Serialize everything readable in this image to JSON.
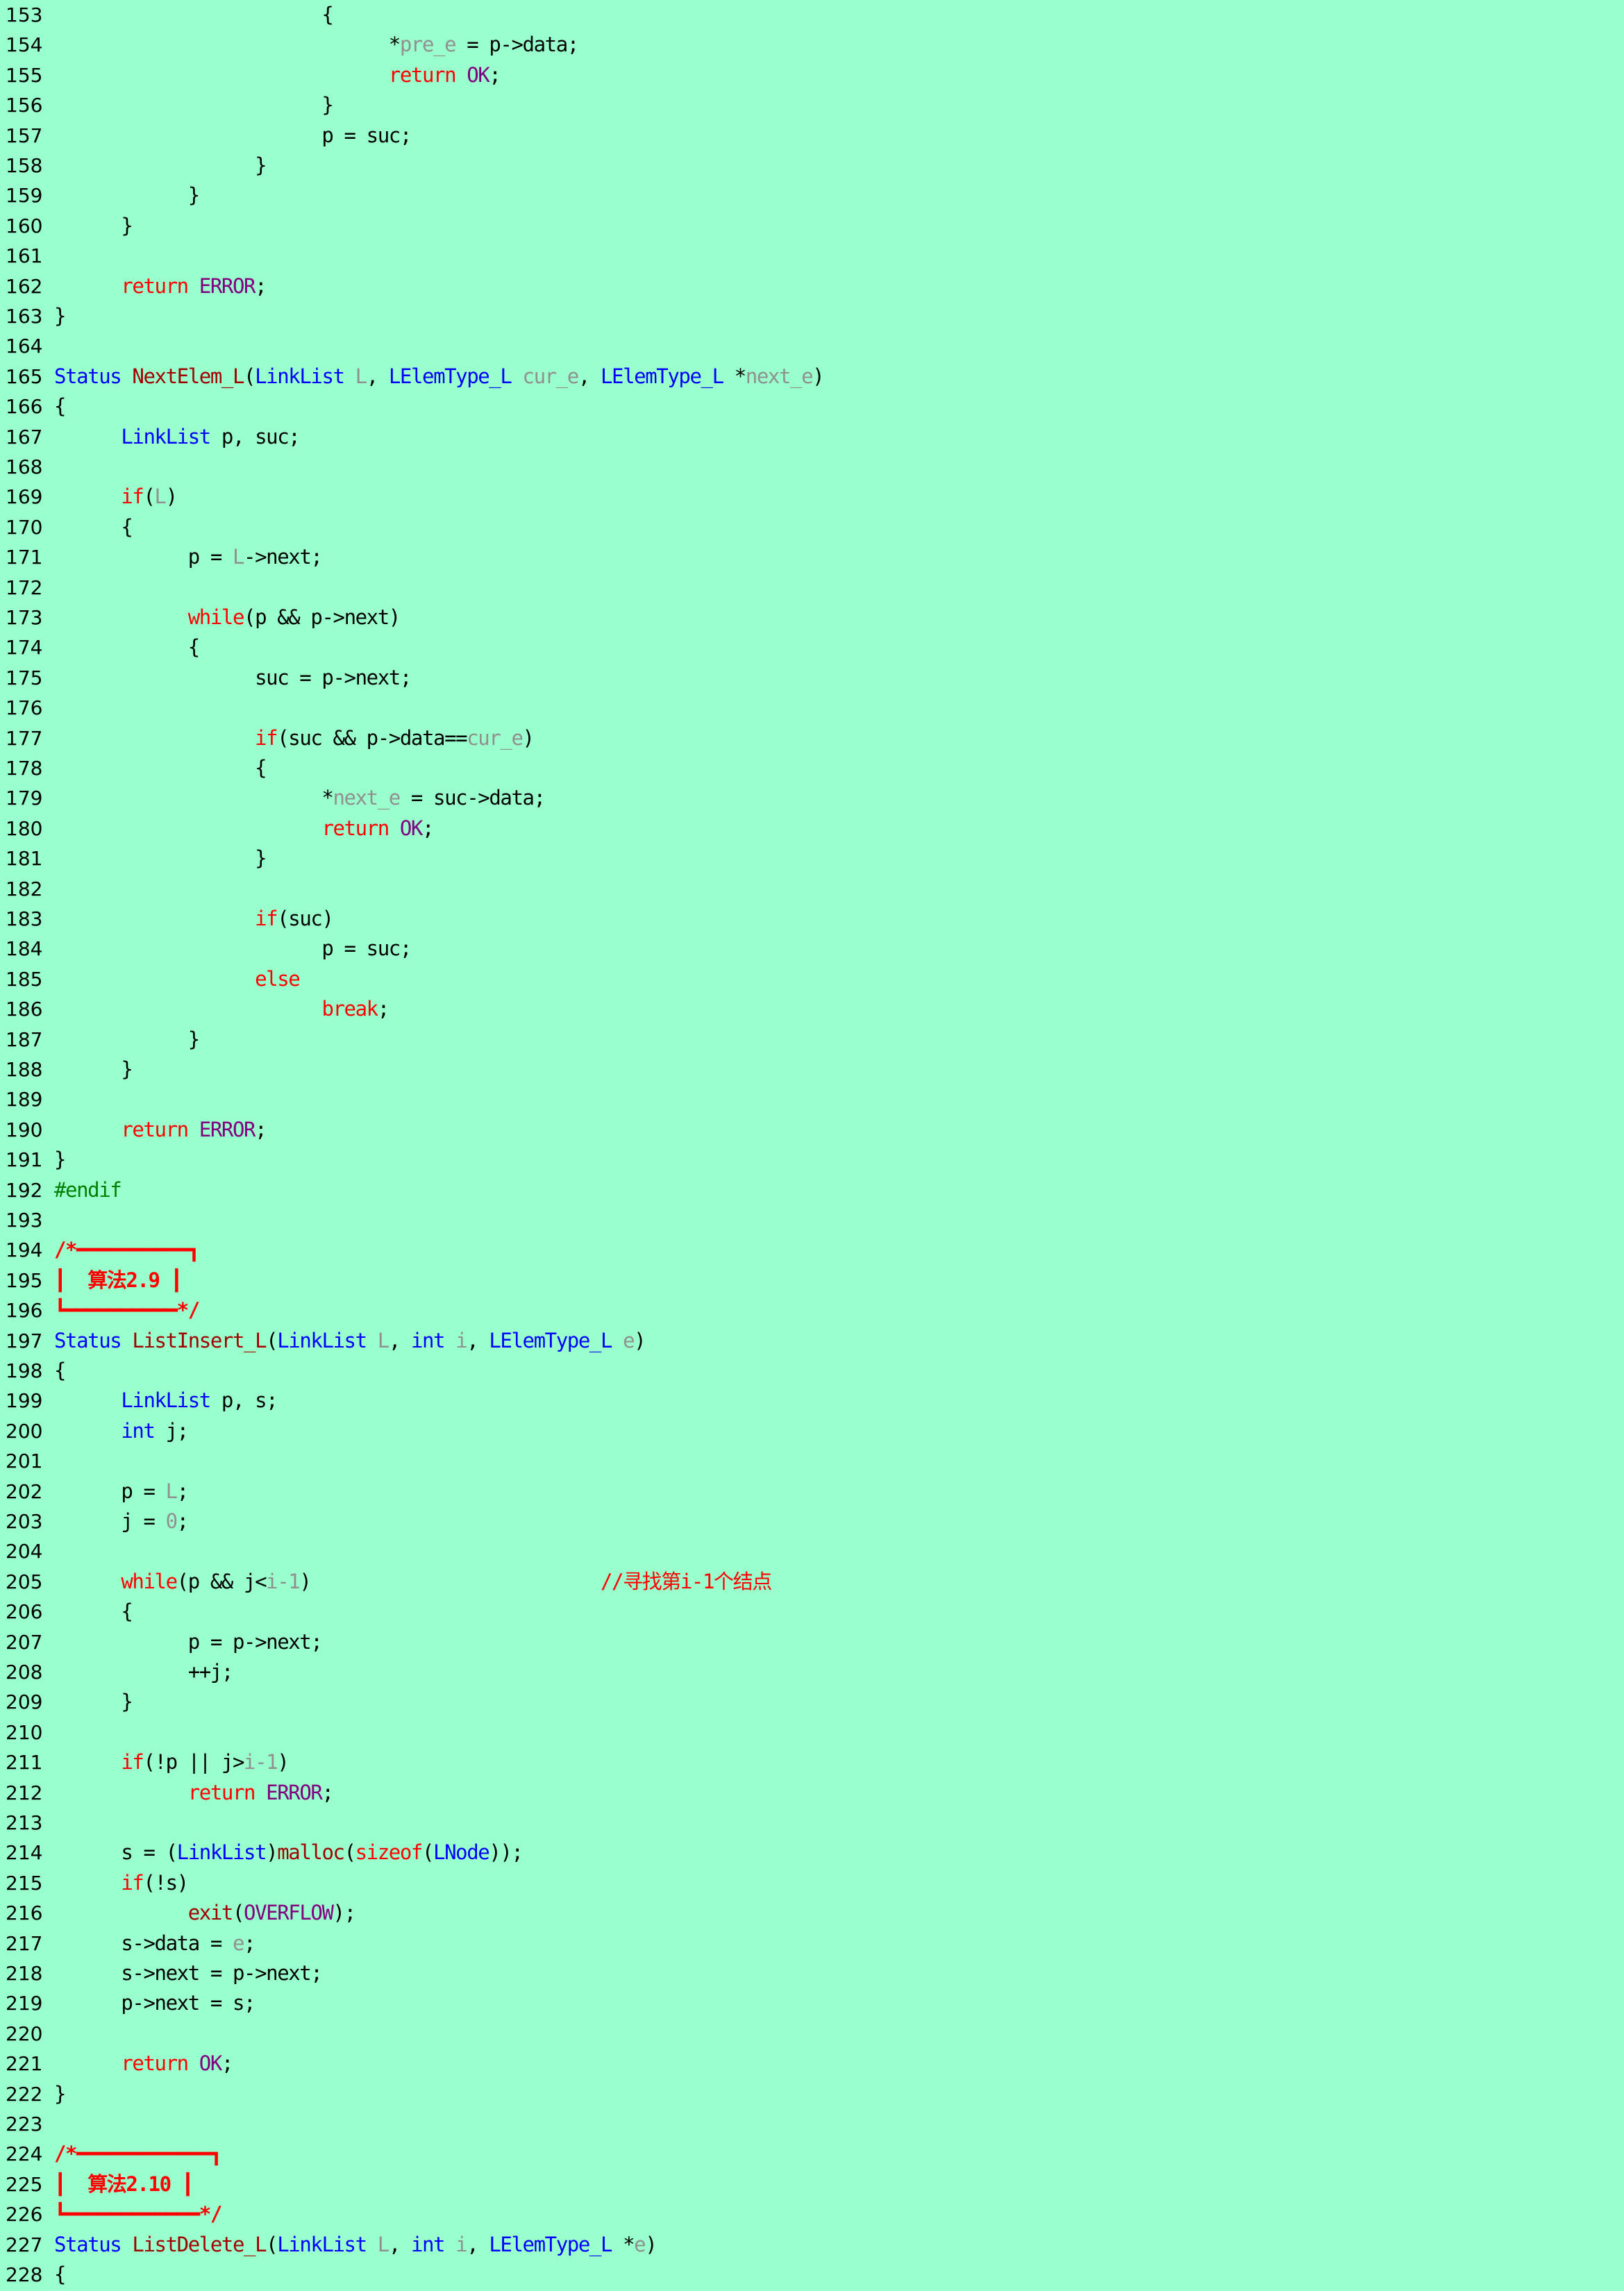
{
  "colors": {
    "background": "#99ffcc",
    "type": "#0000ff",
    "keyword": "#ff0000",
    "function": "#a00000",
    "parameter": "#909090",
    "constant": "#800080",
    "preprocessor": "#008000",
    "comment": "#ff0000",
    "plain": "#000000"
  },
  "lines": [
    {
      "n": "153",
      "tokens": [
        {
          "t": "                        {",
          "c": "plain"
        }
      ]
    },
    {
      "n": "154",
      "tokens": [
        {
          "t": "                              *",
          "c": "plain"
        },
        {
          "t": "pre_e",
          "c": "param"
        },
        {
          "t": " = p->data;",
          "c": "plain"
        }
      ]
    },
    {
      "n": "155",
      "tokens": [
        {
          "t": "                              ",
          "c": "plain"
        },
        {
          "t": "return",
          "c": "kw"
        },
        {
          "t": " ",
          "c": "plain"
        },
        {
          "t": "OK",
          "c": "const"
        },
        {
          "t": ";",
          "c": "plain"
        }
      ]
    },
    {
      "n": "156",
      "tokens": [
        {
          "t": "                        }",
          "c": "plain"
        }
      ]
    },
    {
      "n": "157",
      "tokens": [
        {
          "t": "                        p = suc;",
          "c": "plain"
        }
      ]
    },
    {
      "n": "158",
      "tokens": [
        {
          "t": "                  }",
          "c": "plain"
        }
      ]
    },
    {
      "n": "159",
      "tokens": [
        {
          "t": "            }",
          "c": "plain"
        }
      ]
    },
    {
      "n": "160",
      "tokens": [
        {
          "t": "      }",
          "c": "plain"
        }
      ]
    },
    {
      "n": "161",
      "tokens": []
    },
    {
      "n": "162",
      "tokens": [
        {
          "t": "      ",
          "c": "plain"
        },
        {
          "t": "return",
          "c": "kw"
        },
        {
          "t": " ",
          "c": "plain"
        },
        {
          "t": "ERROR",
          "c": "const"
        },
        {
          "t": ";",
          "c": "plain"
        }
      ]
    },
    {
      "n": "163",
      "tokens": [
        {
          "t": "}",
          "c": "plain"
        }
      ]
    },
    {
      "n": "164",
      "tokens": []
    },
    {
      "n": "165",
      "tokens": [
        {
          "t": "Status",
          "c": "type"
        },
        {
          "t": " ",
          "c": "plain"
        },
        {
          "t": "NextElem_L",
          "c": "func"
        },
        {
          "t": "(",
          "c": "plain"
        },
        {
          "t": "LinkList",
          "c": "type"
        },
        {
          "t": " ",
          "c": "plain"
        },
        {
          "t": "L",
          "c": "param"
        },
        {
          "t": ", ",
          "c": "plain"
        },
        {
          "t": "LElemType_L",
          "c": "type"
        },
        {
          "t": " ",
          "c": "plain"
        },
        {
          "t": "cur_e",
          "c": "param"
        },
        {
          "t": ", ",
          "c": "plain"
        },
        {
          "t": "LElemType_L",
          "c": "type"
        },
        {
          "t": " *",
          "c": "plain"
        },
        {
          "t": "next_e",
          "c": "param"
        },
        {
          "t": ")",
          "c": "plain"
        }
      ]
    },
    {
      "n": "166",
      "tokens": [
        {
          "t": "{",
          "c": "plain"
        }
      ]
    },
    {
      "n": "167",
      "tokens": [
        {
          "t": "      ",
          "c": "plain"
        },
        {
          "t": "LinkList",
          "c": "type"
        },
        {
          "t": " p, suc;",
          "c": "plain"
        }
      ]
    },
    {
      "n": "168",
      "tokens": []
    },
    {
      "n": "169",
      "tokens": [
        {
          "t": "      ",
          "c": "plain"
        },
        {
          "t": "if",
          "c": "kw"
        },
        {
          "t": "(",
          "c": "plain"
        },
        {
          "t": "L",
          "c": "param"
        },
        {
          "t": ")",
          "c": "plain"
        }
      ]
    },
    {
      "n": "170",
      "tokens": [
        {
          "t": "      {",
          "c": "plain"
        }
      ]
    },
    {
      "n": "171",
      "tokens": [
        {
          "t": "            p = ",
          "c": "plain"
        },
        {
          "t": "L",
          "c": "param"
        },
        {
          "t": "->next;",
          "c": "plain"
        }
      ]
    },
    {
      "n": "172",
      "tokens": []
    },
    {
      "n": "173",
      "tokens": [
        {
          "t": "            ",
          "c": "plain"
        },
        {
          "t": "while",
          "c": "kw"
        },
        {
          "t": "(p && p->next)",
          "c": "plain"
        }
      ]
    },
    {
      "n": "174",
      "tokens": [
        {
          "t": "            {",
          "c": "plain"
        }
      ]
    },
    {
      "n": "175",
      "tokens": [
        {
          "t": "                  suc = p->next;",
          "c": "plain"
        }
      ]
    },
    {
      "n": "176",
      "tokens": []
    },
    {
      "n": "177",
      "tokens": [
        {
          "t": "                  ",
          "c": "plain"
        },
        {
          "t": "if",
          "c": "kw"
        },
        {
          "t": "(suc && p->data==",
          "c": "plain"
        },
        {
          "t": "cur_e",
          "c": "param"
        },
        {
          "t": ")",
          "c": "plain"
        }
      ]
    },
    {
      "n": "178",
      "tokens": [
        {
          "t": "                  {",
          "c": "plain"
        }
      ]
    },
    {
      "n": "179",
      "tokens": [
        {
          "t": "                        *",
          "c": "plain"
        },
        {
          "t": "next_e",
          "c": "param"
        },
        {
          "t": " = suc->data;",
          "c": "plain"
        }
      ]
    },
    {
      "n": "180",
      "tokens": [
        {
          "t": "                        ",
          "c": "plain"
        },
        {
          "t": "return",
          "c": "kw"
        },
        {
          "t": " ",
          "c": "plain"
        },
        {
          "t": "OK",
          "c": "const"
        },
        {
          "t": ";",
          "c": "plain"
        }
      ]
    },
    {
      "n": "181",
      "tokens": [
        {
          "t": "                  }",
          "c": "plain"
        }
      ]
    },
    {
      "n": "182",
      "tokens": []
    },
    {
      "n": "183",
      "tokens": [
        {
          "t": "                  ",
          "c": "plain"
        },
        {
          "t": "if",
          "c": "kw"
        },
        {
          "t": "(suc)",
          "c": "plain"
        }
      ]
    },
    {
      "n": "184",
      "tokens": [
        {
          "t": "                        p = suc;",
          "c": "plain"
        }
      ]
    },
    {
      "n": "185",
      "tokens": [
        {
          "t": "                  ",
          "c": "plain"
        },
        {
          "t": "else",
          "c": "kw"
        }
      ]
    },
    {
      "n": "186",
      "tokens": [
        {
          "t": "                        ",
          "c": "plain"
        },
        {
          "t": "break",
          "c": "kw"
        },
        {
          "t": ";",
          "c": "plain"
        }
      ]
    },
    {
      "n": "187",
      "tokens": [
        {
          "t": "            }",
          "c": "plain"
        }
      ]
    },
    {
      "n": "188",
      "tokens": [
        {
          "t": "      }",
          "c": "plain"
        }
      ]
    },
    {
      "n": "189",
      "tokens": []
    },
    {
      "n": "190",
      "tokens": [
        {
          "t": "      ",
          "c": "plain"
        },
        {
          "t": "return",
          "c": "kw"
        },
        {
          "t": " ",
          "c": "plain"
        },
        {
          "t": "ERROR",
          "c": "const"
        },
        {
          "t": ";",
          "c": "plain"
        }
      ]
    },
    {
      "n": "191",
      "tokens": [
        {
          "t": "}",
          "c": "plain"
        }
      ]
    },
    {
      "n": "192",
      "tokens": [
        {
          "t": "#endif",
          "c": "pp"
        }
      ]
    },
    {
      "n": "193",
      "tokens": []
    },
    {
      "n": "194",
      "tokens": [
        {
          "t": "/*━━━━━━━━━━┓",
          "c": "box"
        }
      ]
    },
    {
      "n": "195",
      "tokens": [
        {
          "t": "┃  ",
          "c": "box"
        },
        {
          "t": "算法",
          "c": "box cn"
        },
        {
          "t": "2.9 ┃",
          "c": "box"
        }
      ]
    },
    {
      "n": "196",
      "tokens": [
        {
          "t": "┗━━━━━━━━━━*/",
          "c": "box"
        }
      ]
    },
    {
      "n": "197",
      "tokens": [
        {
          "t": "Status",
          "c": "type"
        },
        {
          "t": " ",
          "c": "plain"
        },
        {
          "t": "ListInsert_L",
          "c": "func"
        },
        {
          "t": "(",
          "c": "plain"
        },
        {
          "t": "LinkList",
          "c": "type"
        },
        {
          "t": " ",
          "c": "plain"
        },
        {
          "t": "L",
          "c": "param"
        },
        {
          "t": ", ",
          "c": "plain"
        },
        {
          "t": "int",
          "c": "type"
        },
        {
          "t": " ",
          "c": "plain"
        },
        {
          "t": "i",
          "c": "param"
        },
        {
          "t": ", ",
          "c": "plain"
        },
        {
          "t": "LElemType_L",
          "c": "type"
        },
        {
          "t": " ",
          "c": "plain"
        },
        {
          "t": "e",
          "c": "param"
        },
        {
          "t": ")",
          "c": "plain"
        }
      ]
    },
    {
      "n": "198",
      "tokens": [
        {
          "t": "{",
          "c": "plain"
        }
      ]
    },
    {
      "n": "199",
      "tokens": [
        {
          "t": "      ",
          "c": "plain"
        },
        {
          "t": "LinkList",
          "c": "type"
        },
        {
          "t": " p, s;",
          "c": "plain"
        }
      ]
    },
    {
      "n": "200",
      "tokens": [
        {
          "t": "      ",
          "c": "plain"
        },
        {
          "t": "int",
          "c": "type"
        },
        {
          "t": " j;",
          "c": "plain"
        }
      ]
    },
    {
      "n": "201",
      "tokens": []
    },
    {
      "n": "202",
      "tokens": [
        {
          "t": "      p = ",
          "c": "plain"
        },
        {
          "t": "L",
          "c": "param"
        },
        {
          "t": ";",
          "c": "plain"
        }
      ]
    },
    {
      "n": "203",
      "tokens": [
        {
          "t": "      j = ",
          "c": "plain"
        },
        {
          "t": "0",
          "c": "param"
        },
        {
          "t": ";",
          "c": "plain"
        }
      ]
    },
    {
      "n": "204",
      "tokens": []
    },
    {
      "n": "205",
      "tokens": [
        {
          "t": "      ",
          "c": "plain"
        },
        {
          "t": "while",
          "c": "kw"
        },
        {
          "t": "(p && j<",
          "c": "plain"
        },
        {
          "t": "i-1",
          "c": "param"
        },
        {
          "t": ")                          ",
          "c": "plain"
        },
        {
          "t": "//寻找第i-1个结点",
          "c": "cmt"
        }
      ]
    },
    {
      "n": "206",
      "tokens": [
        {
          "t": "      {",
          "c": "plain"
        }
      ]
    },
    {
      "n": "207",
      "tokens": [
        {
          "t": "            p = p->next;",
          "c": "plain"
        }
      ]
    },
    {
      "n": "208",
      "tokens": [
        {
          "t": "            ++j;",
          "c": "plain"
        }
      ]
    },
    {
      "n": "209",
      "tokens": [
        {
          "t": "      }",
          "c": "plain"
        }
      ]
    },
    {
      "n": "210",
      "tokens": []
    },
    {
      "n": "211",
      "tokens": [
        {
          "t": "      ",
          "c": "plain"
        },
        {
          "t": "if",
          "c": "kw"
        },
        {
          "t": "(!p || j>",
          "c": "plain"
        },
        {
          "t": "i-1",
          "c": "param"
        },
        {
          "t": ")",
          "c": "plain"
        }
      ]
    },
    {
      "n": "212",
      "tokens": [
        {
          "t": "            ",
          "c": "plain"
        },
        {
          "t": "return",
          "c": "kw"
        },
        {
          "t": " ",
          "c": "plain"
        },
        {
          "t": "ERROR",
          "c": "const"
        },
        {
          "t": ";",
          "c": "plain"
        }
      ]
    },
    {
      "n": "213",
      "tokens": []
    },
    {
      "n": "214",
      "tokens": [
        {
          "t": "      s = (",
          "c": "plain"
        },
        {
          "t": "LinkList",
          "c": "type"
        },
        {
          "t": ")",
          "c": "plain"
        },
        {
          "t": "malloc",
          "c": "func"
        },
        {
          "t": "(",
          "c": "plain"
        },
        {
          "t": "sizeof",
          "c": "kw"
        },
        {
          "t": "(",
          "c": "plain"
        },
        {
          "t": "LNode",
          "c": "type"
        },
        {
          "t": "));",
          "c": "plain"
        }
      ]
    },
    {
      "n": "215",
      "tokens": [
        {
          "t": "      ",
          "c": "plain"
        },
        {
          "t": "if",
          "c": "kw"
        },
        {
          "t": "(!s)",
          "c": "plain"
        }
      ]
    },
    {
      "n": "216",
      "tokens": [
        {
          "t": "            ",
          "c": "plain"
        },
        {
          "t": "exit",
          "c": "func"
        },
        {
          "t": "(",
          "c": "plain"
        },
        {
          "t": "OVERFLOW",
          "c": "const"
        },
        {
          "t": ");",
          "c": "plain"
        }
      ]
    },
    {
      "n": "217",
      "tokens": [
        {
          "t": "      s->data = ",
          "c": "plain"
        },
        {
          "t": "e",
          "c": "param"
        },
        {
          "t": ";",
          "c": "plain"
        }
      ]
    },
    {
      "n": "218",
      "tokens": [
        {
          "t": "      s->next = p->next;",
          "c": "plain"
        }
      ]
    },
    {
      "n": "219",
      "tokens": [
        {
          "t": "      p->next = s;",
          "c": "plain"
        }
      ]
    },
    {
      "n": "220",
      "tokens": []
    },
    {
      "n": "221",
      "tokens": [
        {
          "t": "      ",
          "c": "plain"
        },
        {
          "t": "return",
          "c": "kw"
        },
        {
          "t": " ",
          "c": "plain"
        },
        {
          "t": "OK",
          "c": "const"
        },
        {
          "t": ";",
          "c": "plain"
        }
      ]
    },
    {
      "n": "222",
      "tokens": [
        {
          "t": "}",
          "c": "plain"
        }
      ]
    },
    {
      "n": "223",
      "tokens": []
    },
    {
      "n": "224",
      "tokens": [
        {
          "t": "/*━━━━━━━━━━━━┓",
          "c": "box"
        }
      ]
    },
    {
      "n": "225",
      "tokens": [
        {
          "t": "┃  ",
          "c": "box"
        },
        {
          "t": "算法",
          "c": "box cn"
        },
        {
          "t": "2.10 ┃",
          "c": "box"
        }
      ]
    },
    {
      "n": "226",
      "tokens": [
        {
          "t": "┗━━━━━━━━━━━━*/",
          "c": "box"
        }
      ]
    },
    {
      "n": "227",
      "tokens": [
        {
          "t": "Status",
          "c": "type"
        },
        {
          "t": " ",
          "c": "plain"
        },
        {
          "t": "ListDelete_L",
          "c": "func"
        },
        {
          "t": "(",
          "c": "plain"
        },
        {
          "t": "LinkList",
          "c": "type"
        },
        {
          "t": " ",
          "c": "plain"
        },
        {
          "t": "L",
          "c": "param"
        },
        {
          "t": ", ",
          "c": "plain"
        },
        {
          "t": "int",
          "c": "type"
        },
        {
          "t": " ",
          "c": "plain"
        },
        {
          "t": "i",
          "c": "param"
        },
        {
          "t": ", ",
          "c": "plain"
        },
        {
          "t": "LElemType_L",
          "c": "type"
        },
        {
          "t": " *",
          "c": "plain"
        },
        {
          "t": "e",
          "c": "param"
        },
        {
          "t": ")",
          "c": "plain"
        }
      ]
    },
    {
      "n": "228",
      "tokens": [
        {
          "t": "{",
          "c": "plain"
        }
      ]
    }
  ]
}
